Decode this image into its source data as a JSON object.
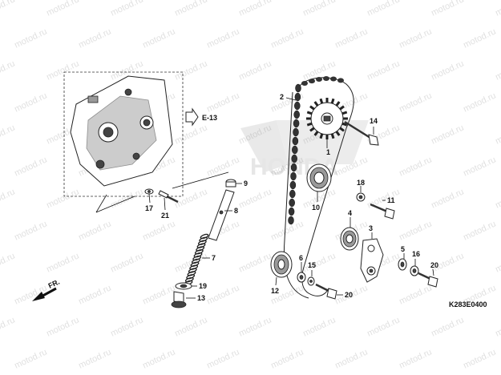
{
  "watermark": {
    "text": "motod.ru"
  },
  "reference": {
    "arrow_label": "E-13"
  },
  "front_indicator": {
    "label": "FR."
  },
  "diagram_code": "K283E0400",
  "brand_logo": {
    "text": "HONDA"
  },
  "callouts": [
    "1",
    "2",
    "3",
    "4",
    "5",
    "6",
    "7",
    "8",
    "9",
    "10",
    "11",
    "12",
    "13",
    "14",
    "15",
    "16",
    "17",
    "18",
    "19",
    "20",
    "20",
    "21"
  ]
}
